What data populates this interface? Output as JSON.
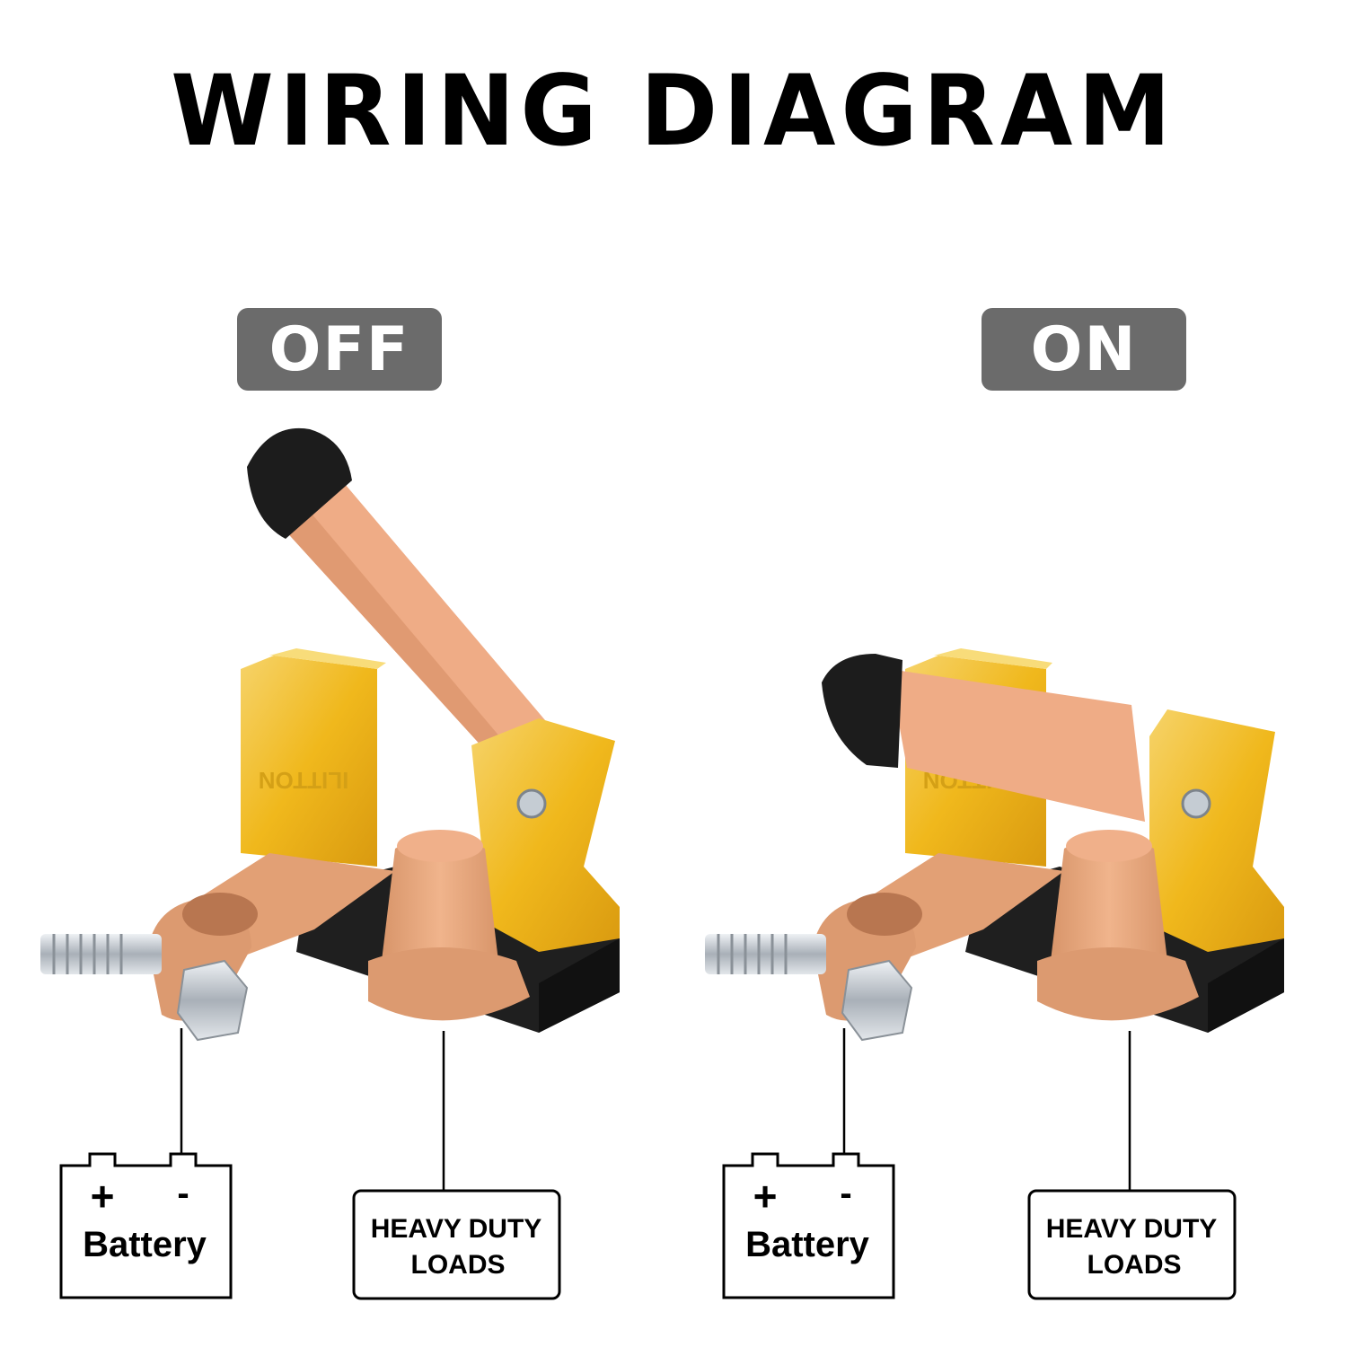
{
  "title": "WIRING DIAGRAM",
  "panels": [
    {
      "state": "OFF",
      "battery": {
        "plus": "+",
        "minus": "-",
        "label": "Battery"
      },
      "load": {
        "line1": "HEAVY DUTY",
        "line2": "LOADS"
      },
      "brand": "ILITTON"
    },
    {
      "state": "ON",
      "battery": {
        "plus": "+",
        "minus": "-",
        "label": "Battery"
      },
      "load": {
        "line1": "HEAVY DUTY",
        "line2": "LOADS"
      },
      "brand": "ILITTON"
    }
  ],
  "colors": {
    "copper": "#e8a77a",
    "copper_dark": "#c9855a",
    "gold": "#f2c12e",
    "black": "#1c1c1c",
    "badge": "#6b6b6b"
  }
}
